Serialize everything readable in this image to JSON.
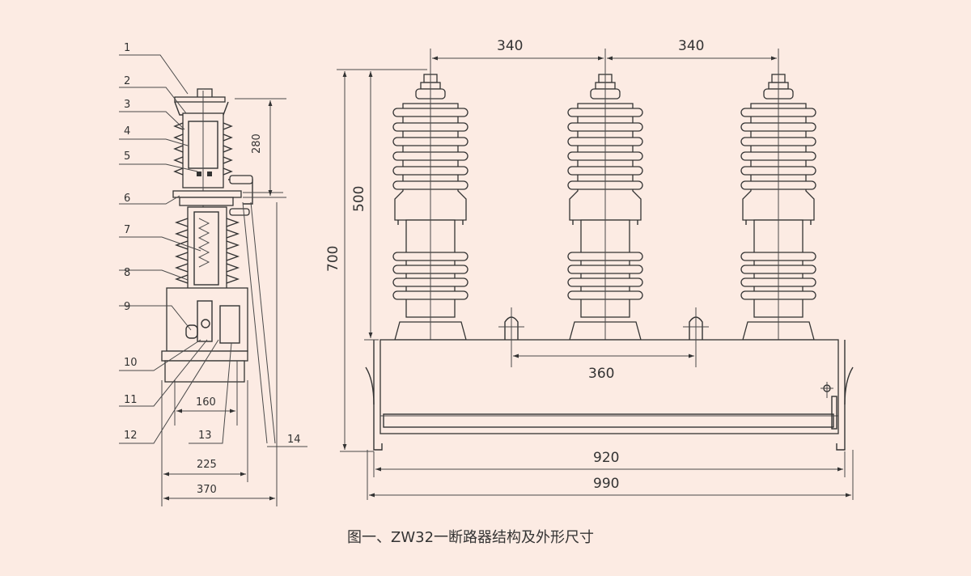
{
  "caption": "图一、ZW32一断路器结构及外形尺寸",
  "side_view": {
    "part_numbers": [
      "1",
      "2",
      "3",
      "4",
      "5",
      "6",
      "7",
      "8",
      "9",
      "10",
      "11",
      "12",
      "13",
      "14"
    ],
    "dimensions": {
      "d280": "280",
      "d160": "160",
      "d225": "225",
      "d370": "370"
    }
  },
  "front_view": {
    "dimensions": {
      "pitch_left": "340",
      "pitch_right": "340",
      "d500": "500",
      "d700": "700",
      "d360": "360",
      "d920": "920",
      "d990": "990"
    }
  }
}
